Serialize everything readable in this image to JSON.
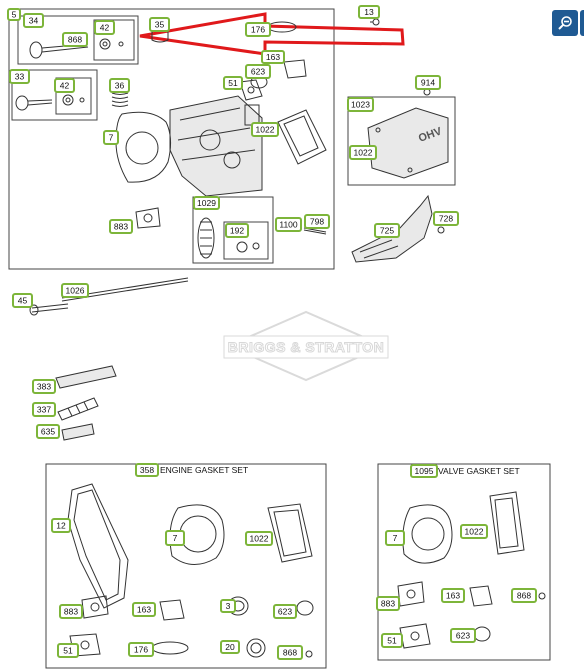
{
  "callouts": {
    "c5": "5",
    "c34": "34",
    "c868a": "868",
    "c42a": "42",
    "c35": "35",
    "c13": "13",
    "c176a": "176",
    "c163a": "163",
    "c33": "33",
    "c42b": "42",
    "c36": "36",
    "c51a": "51",
    "c623a": "623",
    "c914": "914",
    "c1023": "1023",
    "c7a": "7",
    "c1022a": "1022",
    "c1022b": "1022",
    "c1029": "1029",
    "c883a": "883",
    "c192": "192",
    "c1100": "1100",
    "c798": "798",
    "c728": "728",
    "c725": "725",
    "c45": "45",
    "c1026": "1026",
    "c383": "383",
    "c337": "337",
    "c635": "635",
    "c358": "358",
    "c1095": "1095",
    "c12": "12",
    "c7b": "7",
    "c1022c": "1022",
    "c7c": "7",
    "c1022d": "1022",
    "c883b": "883",
    "c163b": "163",
    "c3": "3",
    "c623b": "623",
    "c883c": "883",
    "c163c": "163",
    "c868b": "868",
    "c51b": "51",
    "c176b": "176",
    "c20": "20",
    "c868c": "868",
    "c51c": "51",
    "c623c": "623"
  },
  "captions": {
    "engine_gasket_set": "ENGINE GASKET SET",
    "valve_gasket_set": "VALVE GASKET SET"
  },
  "watermark": "BRIGGS & STRATTON",
  "colors": {
    "callout_border": "#7db53a",
    "arrow": "#e0191b",
    "button": "#1f5a93"
  },
  "toolbar": {
    "zoom_icon": "zoom-out-icon"
  }
}
